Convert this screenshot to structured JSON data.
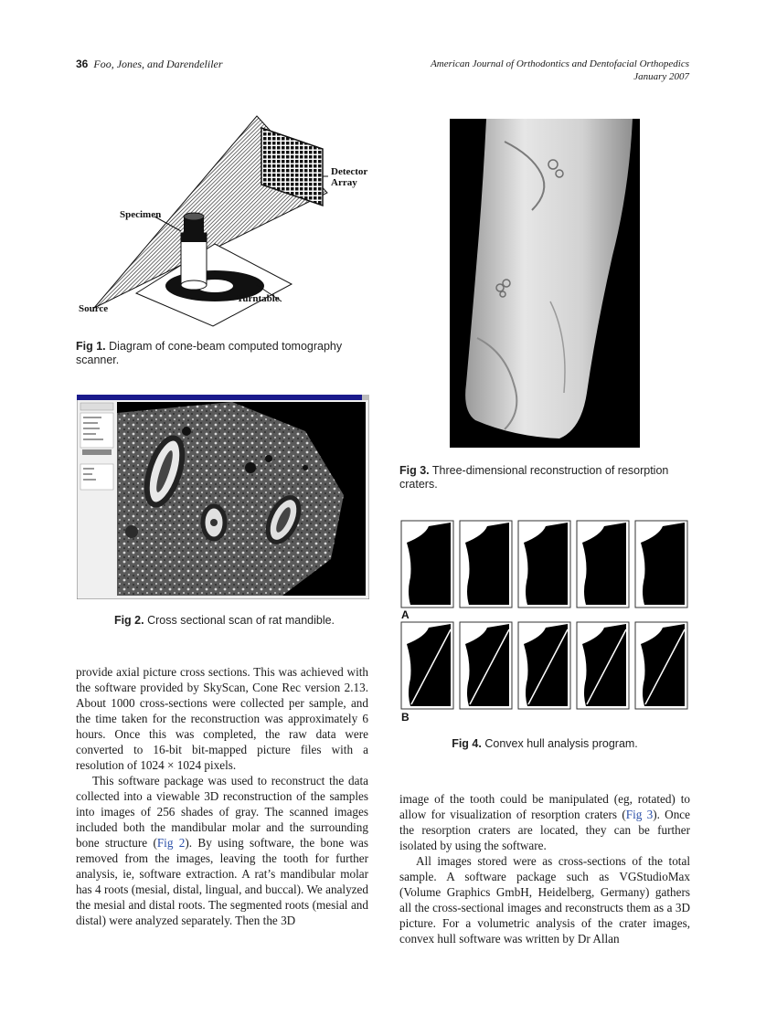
{
  "header": {
    "page_number": "36",
    "authors": "Foo, Jones, and Darendeliler",
    "journal": "American Journal of Orthodontics and Dentofacial Orthopedics",
    "issue": "January 2007"
  },
  "figures": {
    "fig1": {
      "label": "Fig 1.",
      "caption": "Diagram of cone-beam computed tomography scanner.",
      "labels": {
        "detector_line1": "Detector",
        "detector_line2": "Array",
        "specimen": "Specimen",
        "turntable": "Turntable",
        "source": "Source"
      }
    },
    "fig2": {
      "label": "Fig 2.",
      "caption": "Cross sectional scan of rat mandible."
    },
    "fig3": {
      "label": "Fig 3.",
      "caption": "Three-dimensional reconstruction of resorption craters."
    },
    "fig4": {
      "label": "Fig 4.",
      "caption": "Convex hull analysis program.",
      "row_a": "A",
      "row_b": "B"
    }
  },
  "left_column": {
    "p1": "provide axial picture cross sections. This was achieved with the software provided by SkyScan, Cone Rec version 2.13. About 1000 cross-sections were collected per sample, and the time taken for the reconstruction was approximately 6 hours. Once this was completed, the raw data were converted to 16-bit bit-mapped picture files with a resolution of 1024 × 1024 pixels.",
    "p2_a": "This software package was used to reconstruct the data collected into a viewable 3D reconstruction of the samples into images of 256 shades of gray. The scanned images included both the mandibular molar and the surrounding bone structure (",
    "p2_ref": "Fig 2",
    "p2_b": "). By using software, the bone was removed from the images, leaving the tooth for further analysis, ie, software extraction. A rat’s mandibular molar has 4 roots (mesial, distal, lingual, and buccal). We analyzed the mesial and distal roots. The segmented roots (mesial and distal) were analyzed separately. Then the 3D"
  },
  "right_column": {
    "p1_a": "image of the tooth could be manipulated (eg, rotated) to allow for visualization of resorption craters (",
    "p1_ref": "Fig 3",
    "p1_b": "). Once the resorption craters are located, they can be further isolated by using the software.",
    "p2": "All images stored were as cross-sections of the total sample. A software package such as VGStudioMax (Volume Graphics GmbH, Heidelberg, Germany) gathers all the cross-sectional images and reconstructs them as a 3D picture. For a volumetric analysis of the crater images, convex hull software was written by Dr Allan"
  }
}
